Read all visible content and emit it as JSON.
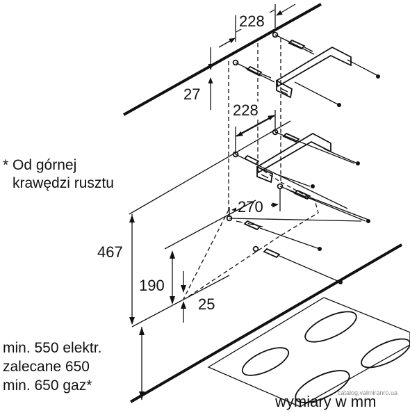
{
  "dimensions": {
    "top_bracket_spacing": "228",
    "top_offset": "27",
    "mid_bracket_spacing": "228",
    "lower_spacing": "270",
    "height_467": "467",
    "height_190": "190",
    "offset_25": "25"
  },
  "note": {
    "line1": "* Od górnej",
    "line2": "krawędzi rusztu"
  },
  "min_requirements": {
    "line1": "min. 550 elektr.",
    "line2": "zalecane 650",
    "line3": "min. 650 gaz*"
  },
  "units_label": "wymiary w mm",
  "watermark": "catalog.valmiranro.ua"
}
